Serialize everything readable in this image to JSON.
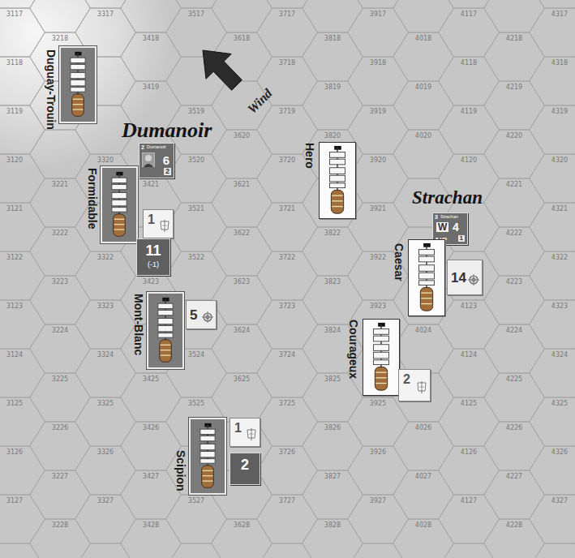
{
  "diagram": {
    "nodes": [
      {
        "text": [
          "Duguay-Trouin"
        ]
      },
      {
        "text": [
          "2",
          "Dumanoir",
          "6",
          "2"
        ]
      },
      {
        "text": [
          "Formidable"
        ]
      },
      {
        "text": [
          "1"
        ]
      },
      {
        "text": [
          "11",
          "(-1)"
        ]
      },
      {
        "text": [
          "Hero"
        ]
      },
      {
        "text": [
          "3",
          "Strachan",
          "W",
          "4",
          "5 VP",
          "1"
        ]
      },
      {
        "text": [
          "Caesar"
        ]
      },
      {
        "text": [
          "14"
        ]
      },
      {
        "text": [
          "Mont-Blanc"
        ]
      },
      {
        "text": [
          "5"
        ]
      },
      {
        "text": [
          "Courageux"
        ]
      },
      {
        "text": [
          "2"
        ]
      },
      {
        "text": [
          "Scipion"
        ]
      },
      {
        "text": [
          "1"
        ]
      },
      {
        "text": [
          "2"
        ]
      }
    ],
    "labels": [
      "Dumanoir",
      "Strachan",
      "Wind",
      "3117",
      "3118",
      "3119",
      "3120",
      "3121",
      "3122",
      "3123",
      "3124",
      "3125",
      "3126",
      "3127",
      "3218",
      "3221",
      "3222",
      "3223",
      "3224",
      "3225",
      "3226",
      "3227",
      "3228",
      "3317",
      "3320",
      "3322",
      "3323",
      "3324",
      "3325",
      "3326",
      "3327",
      "3418",
      "3419",
      "3421",
      "3423",
      "3425",
      "3426",
      "3427",
      "3428",
      "3517",
      "3519",
      "3520",
      "3521",
      "3522",
      "3524",
      "3525",
      "3527",
      "3618",
      "3620",
      "3621",
      "3622",
      "3623",
      "3624",
      "3625",
      "3628",
      "3717",
      "3718",
      "3719",
      "3720",
      "3721",
      "3722",
      "3723",
      "3724",
      "3725",
      "3726",
      "3727",
      "3818",
      "3819",
      "3820",
      "3822",
      "3823",
      "3824",
      "3825",
      "3826",
      "3827",
      "3828",
      "3917",
      "3918",
      "3919",
      "3920",
      "3921",
      "3922",
      "3923",
      "3925",
      "3926",
      "3927",
      "4018",
      "4019",
      "4020",
      "4024",
      "4026",
      "4027",
      "4028",
      "4117",
      "4118",
      "4119",
      "4120",
      "4123",
      "4124",
      "4125",
      "4126",
      "4127",
      "4218",
      "4219",
      "4220",
      "4221",
      "4222",
      "4223",
      "4224",
      "4225",
      "4226",
      "4227",
      "4228",
      "4317",
      "4318",
      "4319",
      "4320",
      "4321",
      "4322",
      "4323",
      "4324",
      "4325",
      "4326",
      "4327"
    ]
  }
}
